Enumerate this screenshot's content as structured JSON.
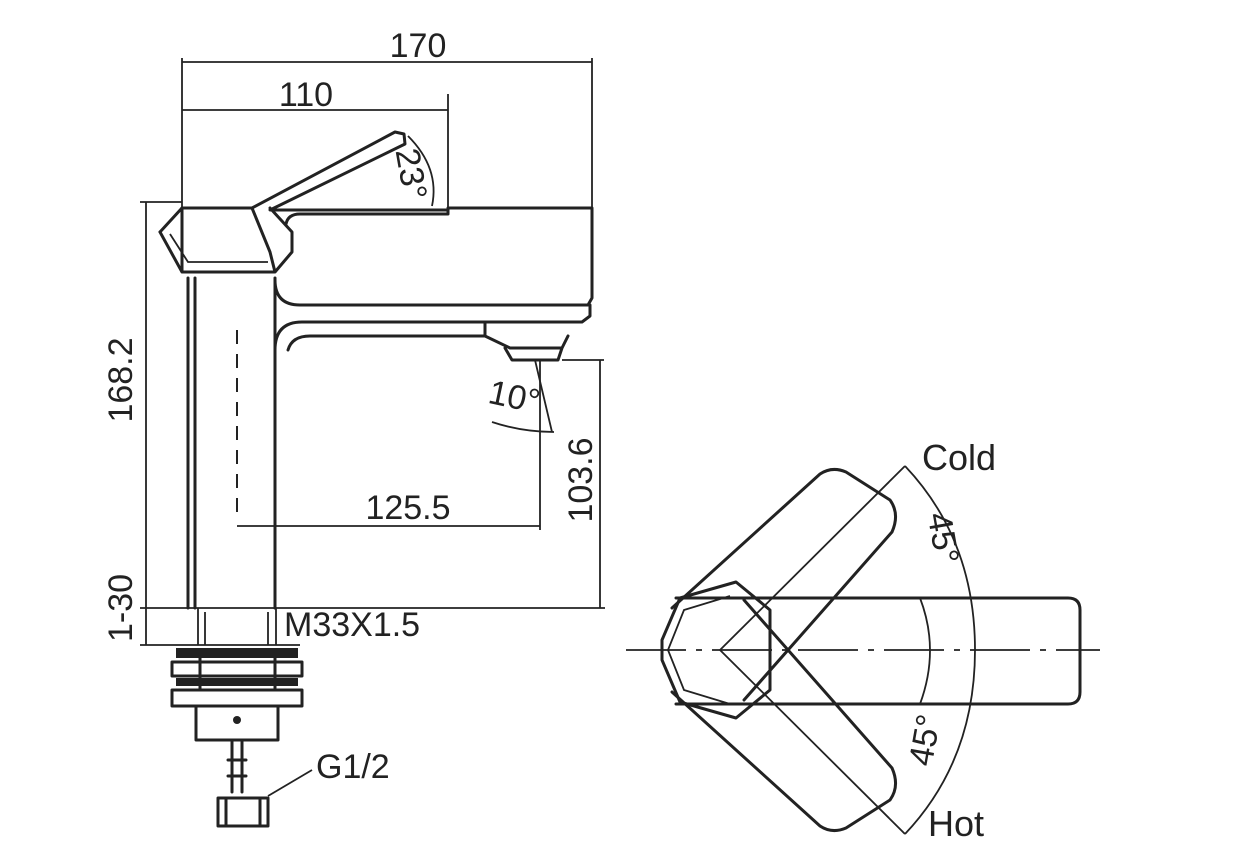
{
  "dimensions": {
    "overall_length": "170",
    "lever_reach": "110",
    "lever_angle": "23°",
    "total_height": "168.2",
    "spout_tilt": "10°",
    "spout_reach": "125.5",
    "spout_height": "103.6",
    "deck_thickness": "1-30",
    "mount_thread": "M33X1.5",
    "inlet_thread": "G1/2"
  },
  "top_view": {
    "cold_label": "Cold",
    "hot_label": "Hot",
    "cold_angle": "45°",
    "hot_angle": "45°"
  }
}
